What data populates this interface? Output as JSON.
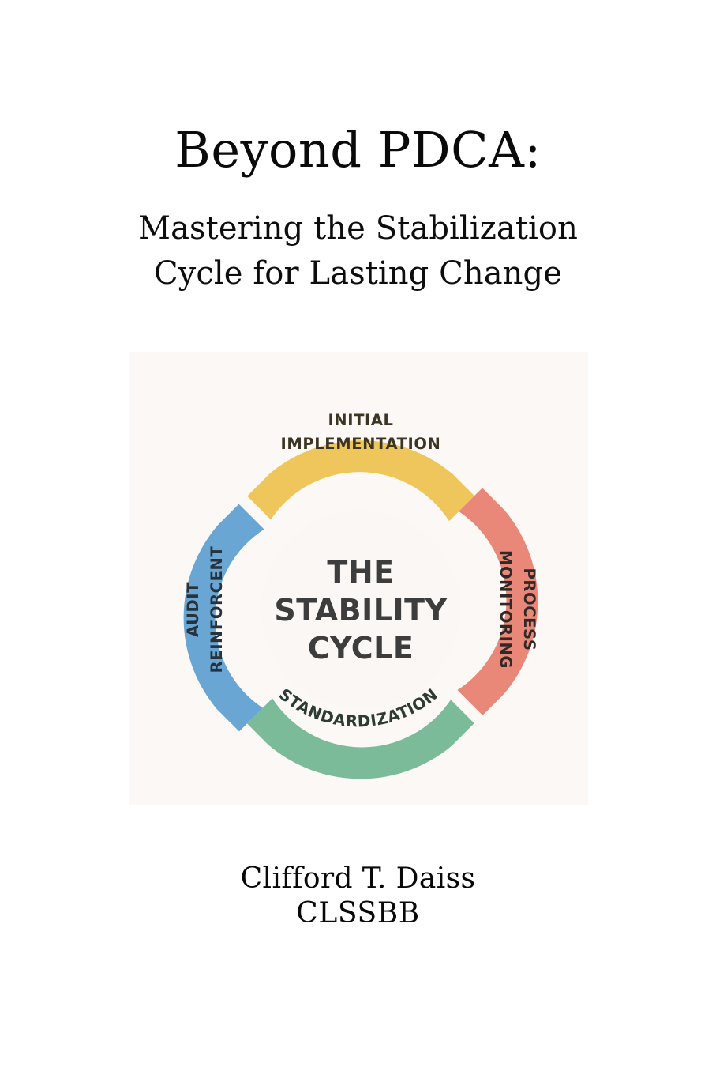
{
  "cover": {
    "background_color": "#ffffff",
    "title": "Beyond PDCA:",
    "subtitle_line1": "Mastering the Stabilization",
    "subtitle_line2": "Cycle for Lasting Change",
    "author_name": "Clifford T. Daiss",
    "author_credentials": "CLSSBB"
  },
  "diagram": {
    "panel_background": "#fcf8f6",
    "center_background": "#fbf7f4",
    "center_line1": "THE",
    "center_line2": "STABILITY",
    "center_line3": "CYCLE",
    "center_text_color": "#3d3d3d",
    "segments": [
      {
        "id": "initial-implementation",
        "position": "top",
        "label_line1": "INITIAL",
        "label_line2": "IMPLEMENTATION",
        "color": "#efc65c",
        "text_color": "#3c3524",
        "orientation": "horizontal"
      },
      {
        "id": "process-monitoring",
        "position": "right",
        "label_line1": "PROCESS",
        "label_line2": "MONITORING",
        "color": "#e98878",
        "text_color": "#2f2a28",
        "orientation": "rotated-90"
      },
      {
        "id": "standardization",
        "position": "bottom",
        "label_line1": "STANDARDIZATION",
        "label_line2": "",
        "color": "#7cbb99",
        "text_color": "#2c3b33",
        "orientation": "curved"
      },
      {
        "id": "audit-reinforcement",
        "position": "left",
        "label_line1": "AUDIT",
        "label_line2": "REINFORCENT",
        "color": "#6aa6d4",
        "text_color": "#26323c",
        "orientation": "rotated-270"
      }
    ]
  }
}
